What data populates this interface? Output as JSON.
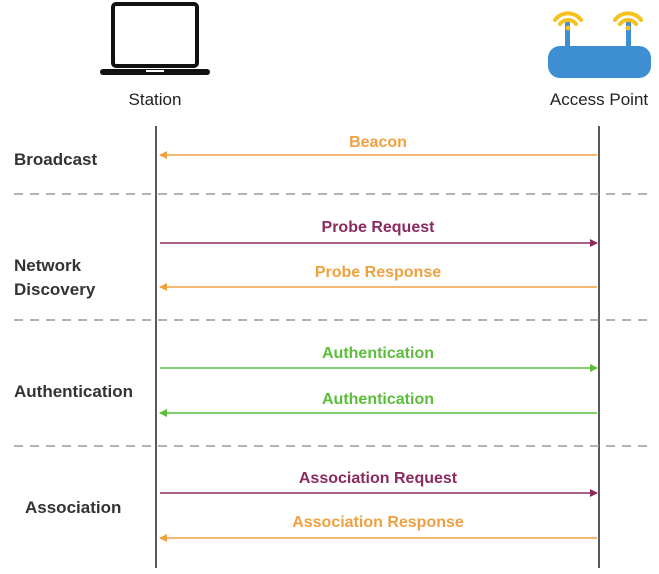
{
  "nodes": {
    "station": {
      "label": "Station",
      "icon": "laptop-icon"
    },
    "access_point": {
      "label": "Access Point",
      "icon": "wifi-router-icon"
    }
  },
  "phases": [
    {
      "label": "Broadcast"
    },
    {
      "label": "Network Discovery"
    },
    {
      "label": "Authentication"
    },
    {
      "label": "Association"
    }
  ],
  "messages": [
    {
      "label": "Beacon",
      "direction": "ap-to-station",
      "color": "#f0a040"
    },
    {
      "label": "Probe Request",
      "direction": "station-to-ap",
      "color": "#8b2a5e"
    },
    {
      "label": "Probe Response",
      "direction": "ap-to-station",
      "color": "#f0a040"
    },
    {
      "label": "Authentication",
      "direction": "station-to-ap",
      "color": "#5bbd3a"
    },
    {
      "label": "Authentication",
      "direction": "ap-to-station",
      "color": "#5bbd3a"
    },
    {
      "label": "Association Request",
      "direction": "station-to-ap",
      "color": "#8b2a5e"
    },
    {
      "label": "Association Response",
      "direction": "ap-to-station",
      "color": "#f0a040"
    }
  ],
  "colors": {
    "router_body": "#3d8fd1",
    "router_wifi": "#f6c11f",
    "lifeline": "#222222",
    "divider": "#999999"
  }
}
